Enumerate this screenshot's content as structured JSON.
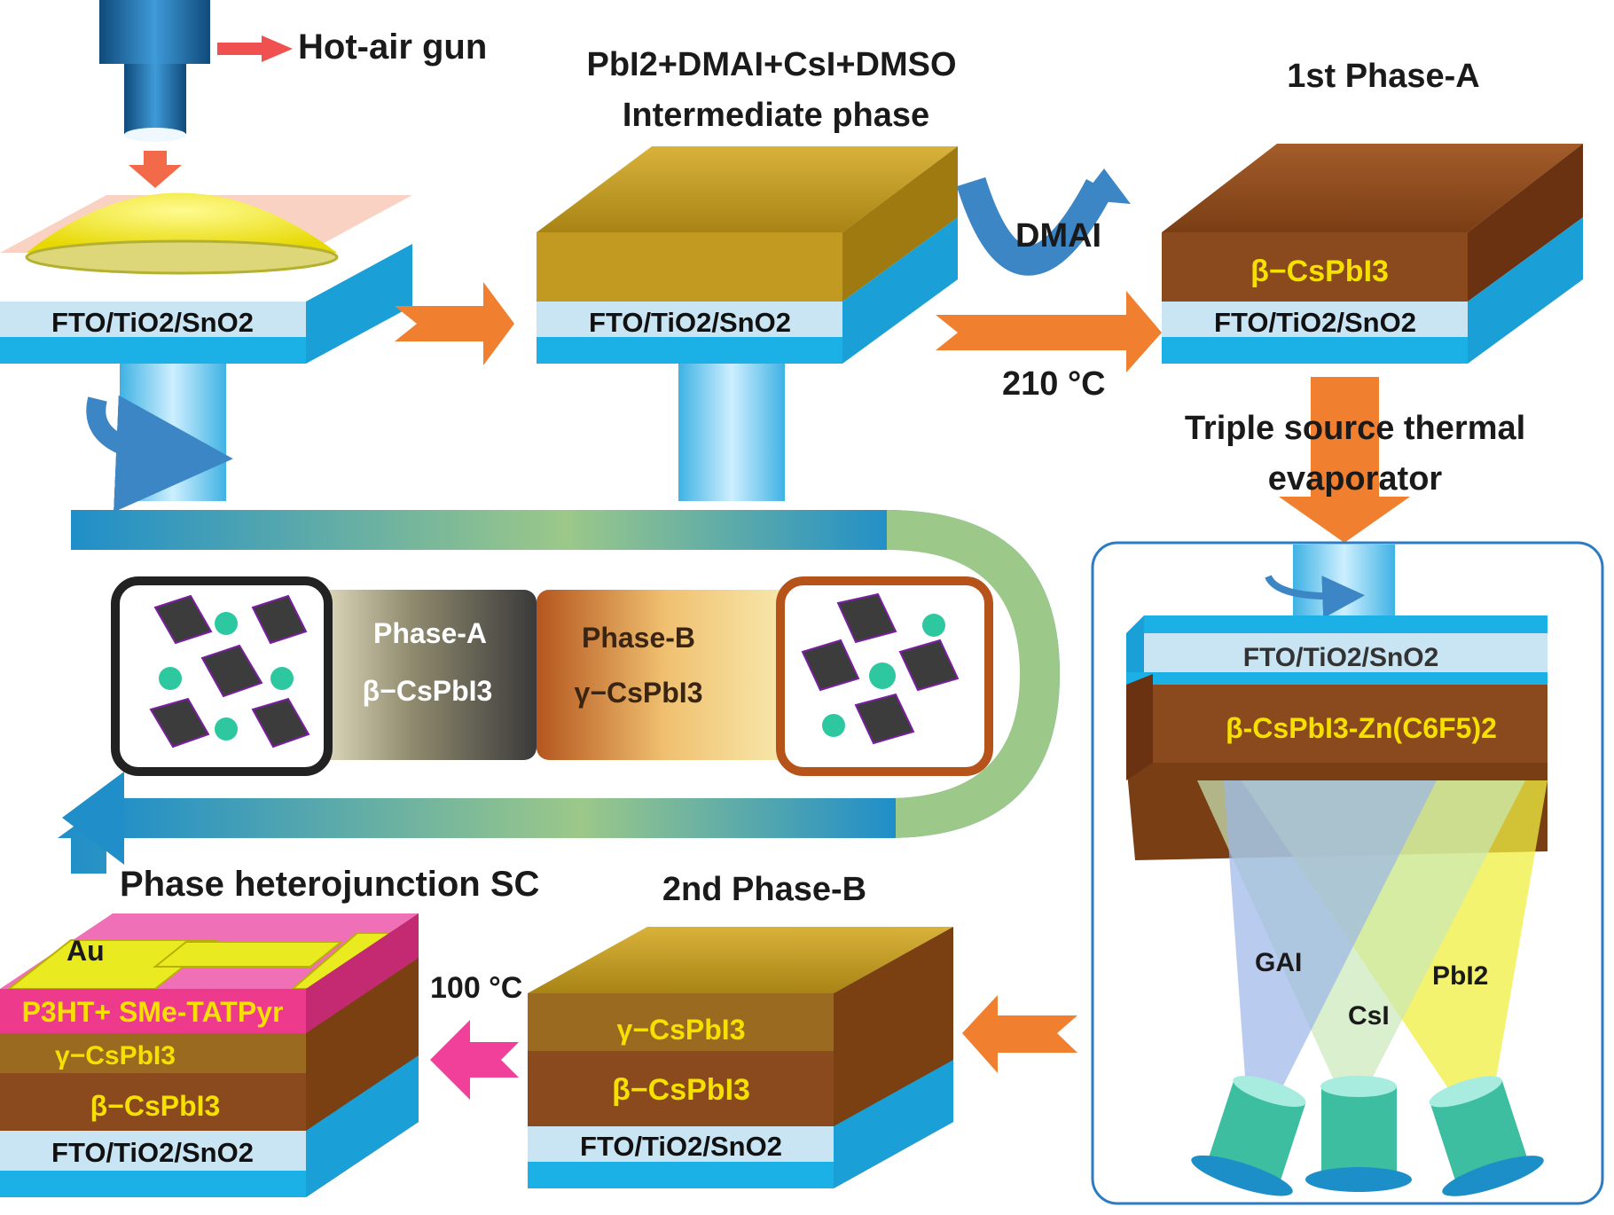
{
  "labels": {
    "hot_air_gun": "Hot-air gun",
    "precursor_line1": "PbI2+DMAI+CsI+DMSO",
    "precursor_line2": "Intermediate phase",
    "first_phase_a": "1st Phase-A",
    "dmai": "DMAI",
    "temp_210": "210 °C",
    "triple_source_line1": "Triple source thermal",
    "triple_source_line2": "evaporator",
    "phase_heterojunction": "Phase heterojunction SC",
    "second_phase_b": "2nd Phase-B",
    "temp_100": "100 °C",
    "substrate": "FTO/TiO2/SnO2",
    "beta_cspbi3": "β−CsPbI3",
    "gamma_cspbi3": "γ−CsPbI3",
    "phase_a": "Phase-A",
    "phase_b": "Phase-B",
    "doped_layer": "β-CsPbI3-Zn(C6F5)2",
    "source_gai": "GAI",
    "source_csi": "CsI",
    "source_pbi2": "PbI2",
    "au": "Au",
    "htl": "P3HT+ SMe-TATPyr"
  },
  "colors": {
    "substrate_blue": "#1bb0e6",
    "substrate_light": "#c9e4f2",
    "intermediate_gold": "#c9a227",
    "perovskite_brown": "#8a4a1e",
    "arrow_orange": "#f08030",
    "arrow_pink": "#f0409a",
    "label_yellow": "#f5e000",
    "htl_pink": "#ee3a8c",
    "frame_blue": "#2b7cc4"
  }
}
